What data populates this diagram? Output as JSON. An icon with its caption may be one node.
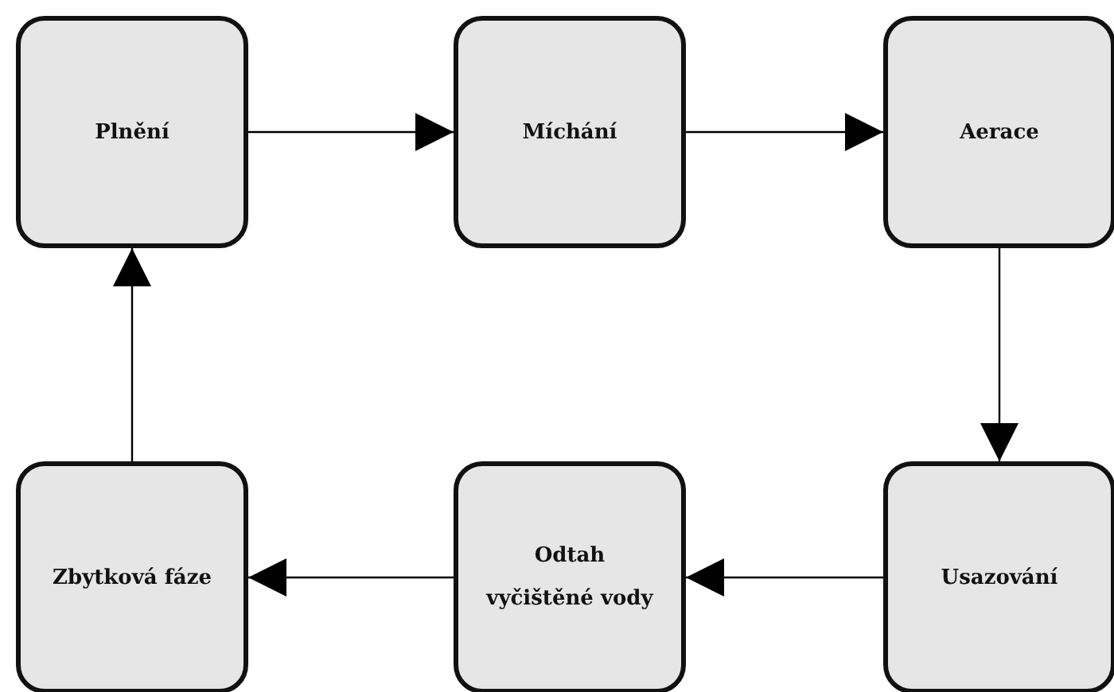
{
  "diagram": {
    "nodes": [
      {
        "text": [
          "Plnění"
        ]
      },
      {
        "text": [
          "Míchání"
        ]
      },
      {
        "text": [
          "Aerace"
        ]
      },
      {
        "text": [
          "Zbytková fáze"
        ]
      },
      {
        "text": [
          "Odtah vyčištěné vody"
        ]
      },
      {
        "text": [
          "Usazování"
        ]
      }
    ],
    "edges": [
      {
        "from": 0,
        "to": 1,
        "arrow": "to"
      },
      {
        "from": 1,
        "to": 2,
        "arrow": "to"
      },
      {
        "from": 2,
        "to": 5,
        "arrow": "to"
      },
      {
        "from": 5,
        "to": 4,
        "arrow": "to"
      },
      {
        "from": 4,
        "to": 3,
        "arrow": "to"
      },
      {
        "from": 3,
        "to": 0,
        "arrow": "to"
      }
    ]
  }
}
